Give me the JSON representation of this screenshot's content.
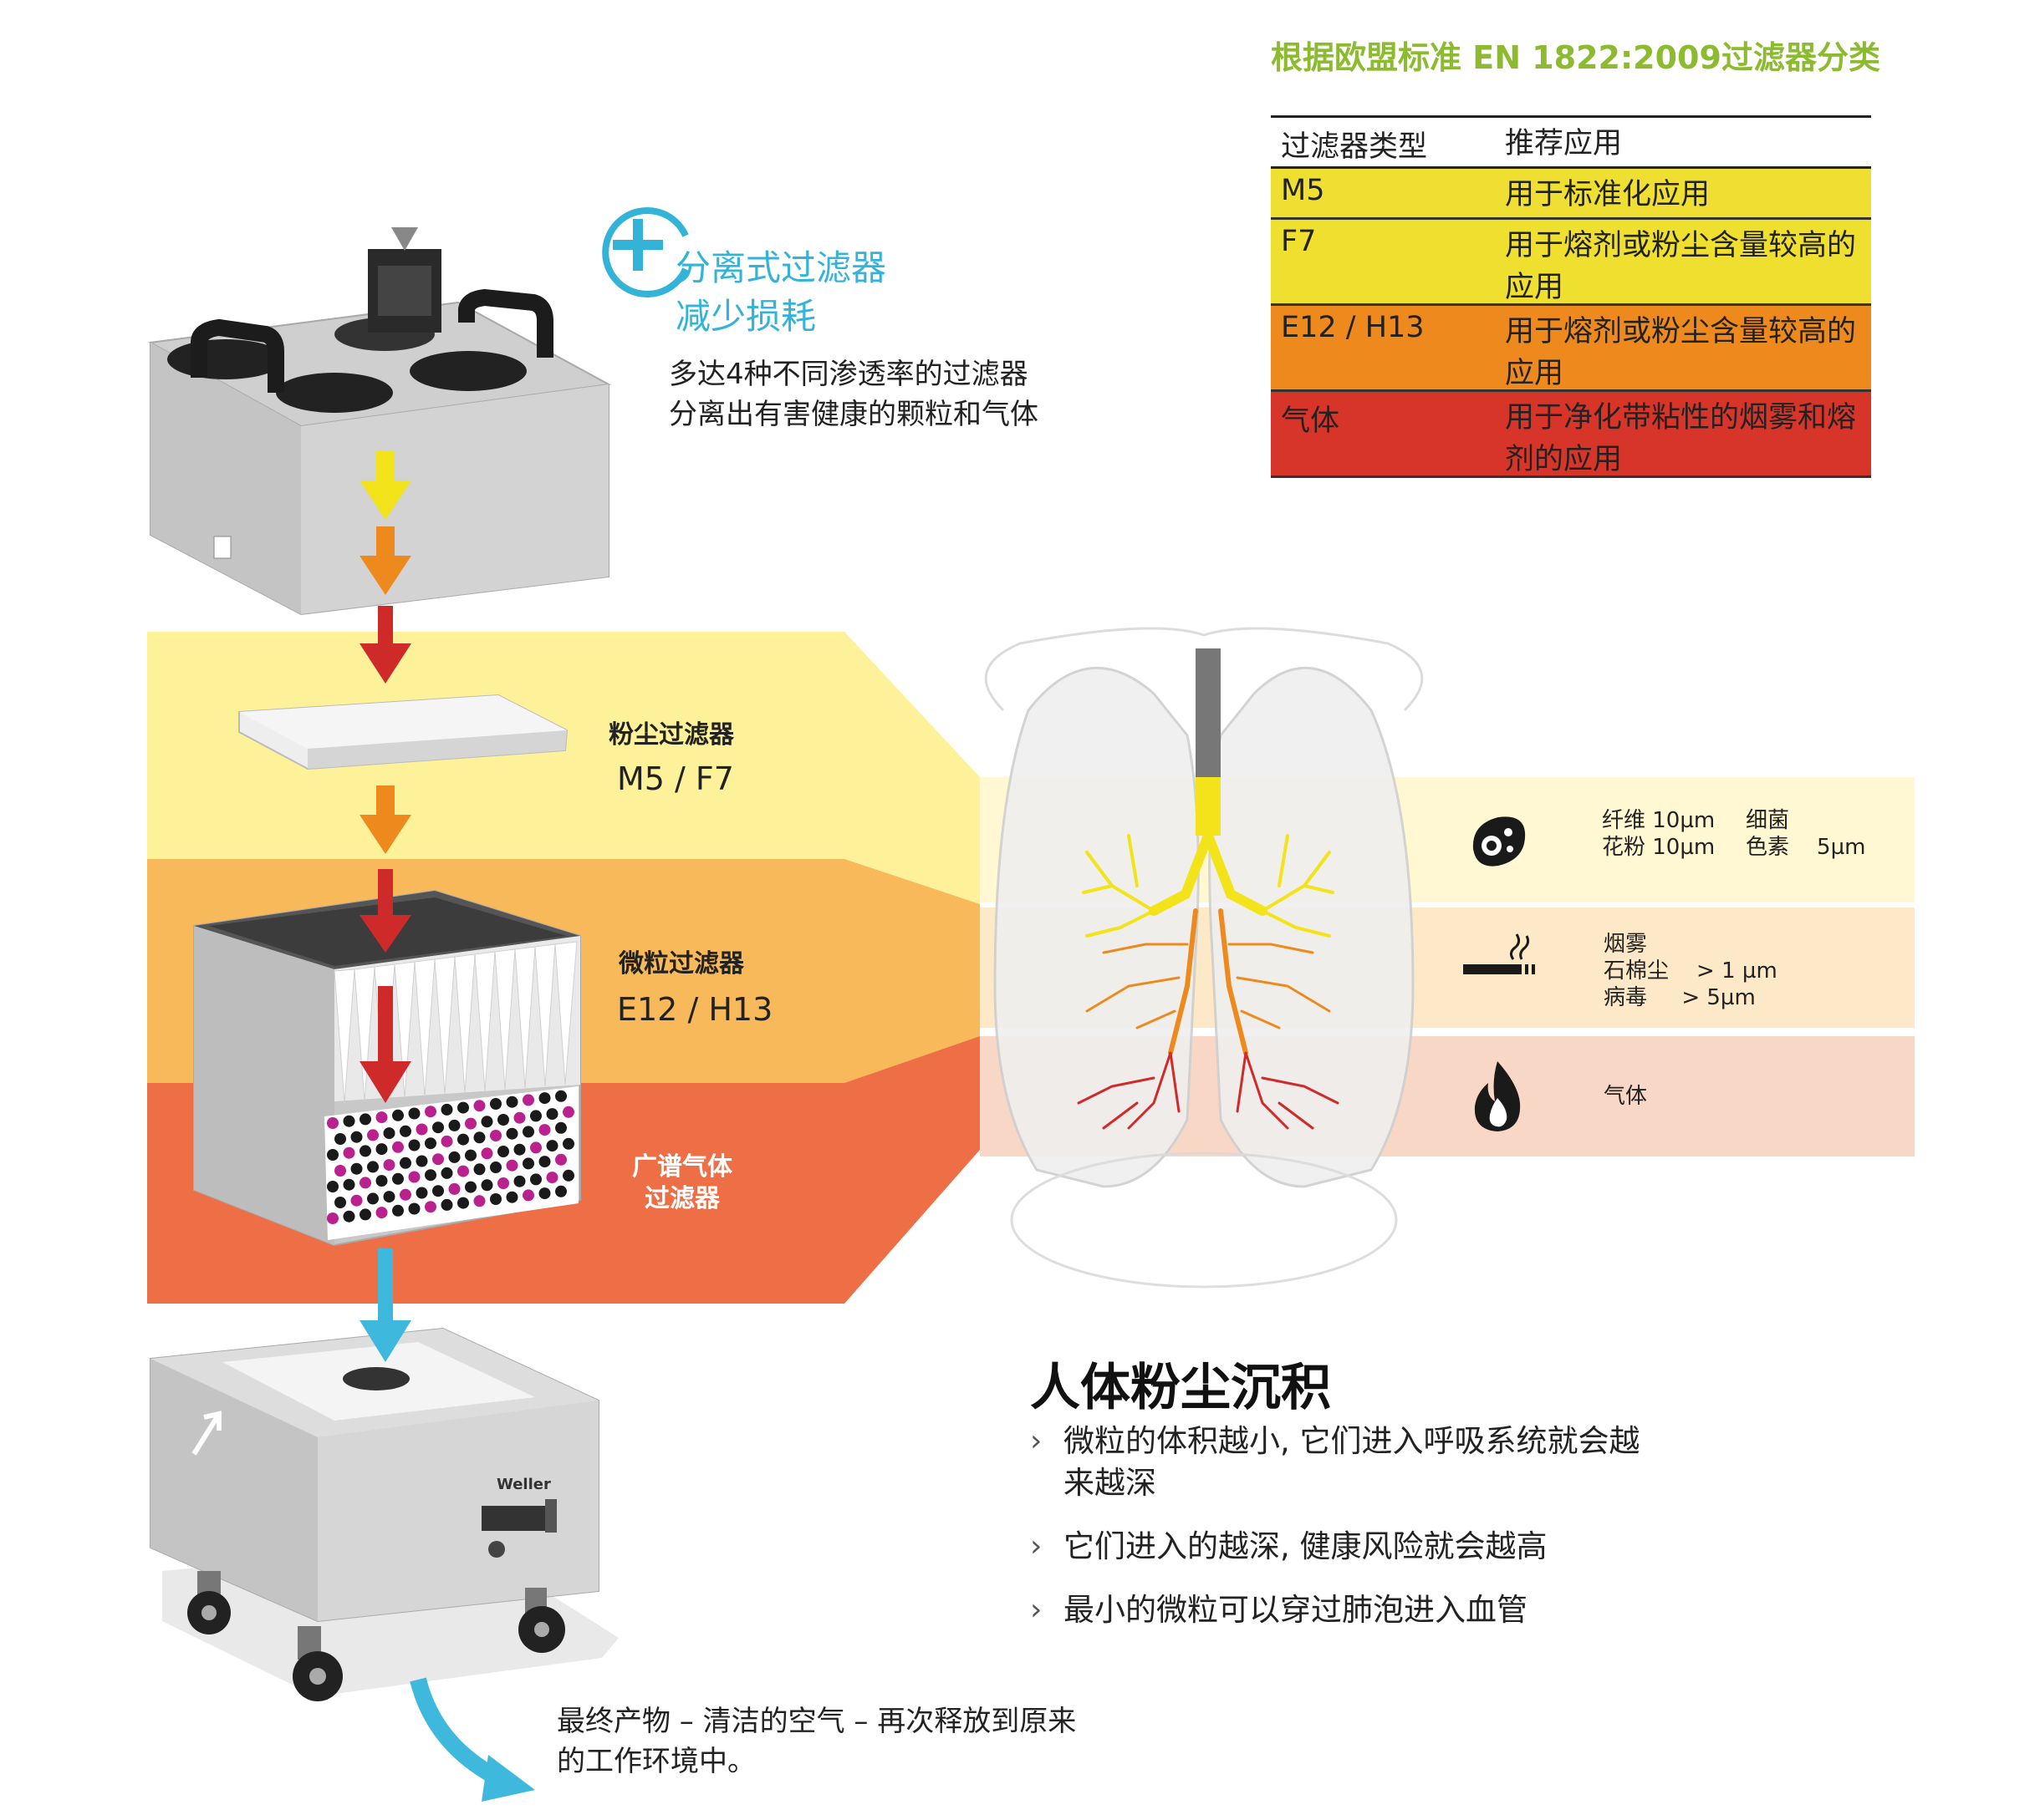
{
  "standard_title": "根据欧盟标准 EN 1822:2009过滤器分类",
  "table": {
    "header": [
      "过滤器类型",
      "推荐应用"
    ],
    "rows": [
      {
        "type": "M5",
        "app": "用于标准化应用",
        "color": "#f0df33"
      },
      {
        "type": "F7",
        "app": "用于熔剂或粉尘含量较高的应用",
        "color": "#efdf2e"
      },
      {
        "type": "E12 / H13",
        "app": "用于熔剂或粉尘含量较高的应用",
        "color": "#ee8a1d"
      },
      {
        "type": "气体",
        "app": "用于净化带粘性的烟雾和熔剂的应用",
        "color": "#d8352a"
      }
    ]
  },
  "separator": {
    "line1": "分离式过滤器",
    "line2": "减少损耗",
    "desc1": "多达4种不同渗透率的过滤器",
    "desc2": "分离出有害健康的颗粒和气体"
  },
  "bands": {
    "dust": {
      "label": "粉尘过滤器",
      "code": "M5 / F7",
      "color": "#fdf29a"
    },
    "particle": {
      "label": "微粒过滤器",
      "code": "E12 / H13",
      "color": "#f7b959"
    },
    "gas": {
      "label1": "广谱气体",
      "label2": "过滤器",
      "color": "#ee6e45"
    }
  },
  "panels": {
    "bio": {
      "col1": "纤维 10µm\n花粉 10µm",
      "col2": "细菌\n色素    5µm",
      "icon": "bacteria-icon"
    },
    "smoke": {
      "text": "烟雾\n石棉尘    > 1 µm\n病毒     > 5µm",
      "icon": "cigarette-icon"
    },
    "gas": {
      "text": "气体",
      "icon": "flame-icon"
    }
  },
  "device": {
    "brand": "Weller"
  },
  "deposition": {
    "title": "人体粉尘沉积",
    "bullets": [
      "微粒的体积越小, 它们进入呼吸系统就会越来越深",
      "它们进入的越深, 健康风险就会越高",
      "最小的微粒可以穿过肺泡进入血管"
    ]
  },
  "final_product": "最终产物 – 清洁的空气 – 再次释放到原来的工作环境中。",
  "colors": {
    "accent_green": "#8dbb2f",
    "accent_blue": "#33b3d8",
    "yellow": "#f3e31a",
    "orange": "#ee8a1d",
    "red": "#cf2a2a"
  }
}
